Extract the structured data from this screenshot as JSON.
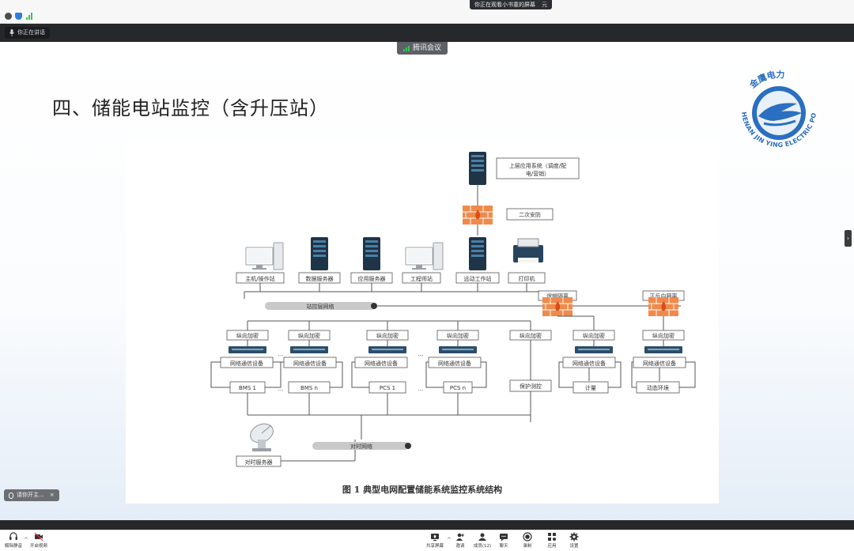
{
  "topbar": {
    "share_banner": "你正在观看小书童的屏幕",
    "share_banner_close": "元"
  },
  "meeting": {
    "mic_status": "你正在讲话",
    "meeting_name": "腾讯会议",
    "speaking_indicator": "请你开主..."
  },
  "slide": {
    "title": "四、储能电站监控（含升压站）",
    "logo": {
      "chinese": "金鹰电力",
      "english": "HENAN JIN YING ELECTRIC POWER"
    },
    "caption": "图 1   典型电网配置储能系统监控系统结构"
  },
  "diagram": {
    "upper_system": "上层应用系统（调度/配电/营销）",
    "security_zone2": "二次安防",
    "workstations": [
      {
        "label": "主机/操作站",
        "icon": "pc-icon"
      },
      {
        "label": "数据服务器",
        "icon": "server-icon"
      },
      {
        "label": "应用服务器",
        "icon": "server-icon"
      },
      {
        "label": "工程师站",
        "icon": "pc-icon"
      },
      {
        "label": "远动工作站",
        "icon": "server-icon"
      },
      {
        "label": "打印机",
        "icon": "printer-icon"
      }
    ],
    "station_network": "站控层网络",
    "logic_isolation": "逻辑隔离",
    "forward_reverse_isolation": "正反向隔离",
    "encryption_label": "纵向加密",
    "comm_device_label": "网络通信设备",
    "endpoints": [
      "BMS 1",
      "BMS n",
      "PCS 1",
      "PCS n",
      "保护测控",
      "计量",
      "动态环境"
    ],
    "ellipsis": "...",
    "time_network": "对时网络",
    "time_server": "对时服务器"
  },
  "toolbar": {
    "left": [
      {
        "label": "解除静音",
        "icon": "headset-icon"
      },
      {
        "label": "开启视频",
        "icon": "camera-icon"
      }
    ],
    "center": [
      {
        "label": "共享屏幕",
        "icon": "share-screen-icon"
      },
      {
        "label": "邀请",
        "icon": "invite-icon"
      },
      {
        "label": "成员(12)",
        "icon": "members-icon"
      },
      {
        "label": "聊天",
        "icon": "chat-icon"
      },
      {
        "label": "录制",
        "icon": "record-icon"
      },
      {
        "label": "应用",
        "icon": "apps-icon"
      },
      {
        "label": "设置",
        "icon": "settings-icon"
      }
    ]
  },
  "colors": {
    "firewall": "#f08a4b",
    "server": "#1f3447",
    "accent_green": "#39c35a",
    "dark_bar": "#26282c"
  }
}
